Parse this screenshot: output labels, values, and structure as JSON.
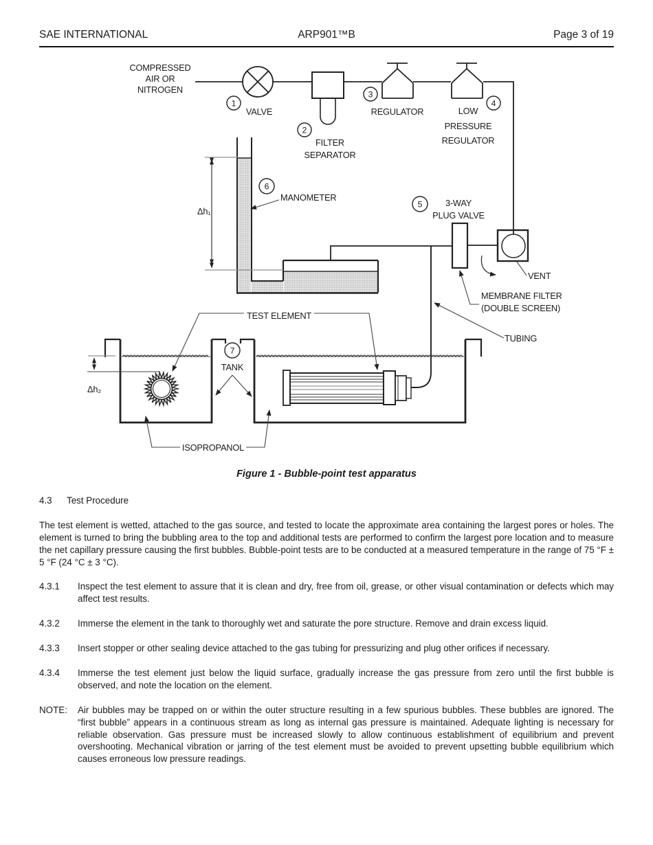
{
  "header": {
    "left": "SAE INTERNATIONAL",
    "center": "ARP901™B",
    "right": "Page 3 of 19"
  },
  "figure": {
    "caption": "Figure 1 - Bubble-point test apparatus",
    "labels": {
      "source_1": "COMPRESSED",
      "source_2": "AIR OR",
      "source_3": "NITROGEN",
      "n1": "1",
      "valve": "VALVE",
      "n2": "2",
      "filter_1": "FILTER",
      "filter_2": "SEPARATOR",
      "n3": "3",
      "regulator": "REGULATOR",
      "n4": "4",
      "lp_1": "LOW",
      "lp_2": "PRESSURE",
      "lp_3": "REGULATOR",
      "n5": "5",
      "plug_1": "3-WAY",
      "plug_2": "PLUG VALVE",
      "n6": "6",
      "manometer": "MANOMETER",
      "dh1": "Δh₁",
      "dh2": "Δh₂",
      "vent": "VENT",
      "membrane_1": "MEMBRANE FILTER",
      "membrane_2": "(DOUBLE SCREEN)",
      "tubing": "TUBING",
      "test_element": "TEST ELEMENT",
      "n7": "7",
      "tank": "TANK",
      "isopropanol": "ISOPROPANOL"
    }
  },
  "sections": {
    "s43_num": "4.3",
    "s43_title": "Test Procedure",
    "p43": "The test element is wetted, attached to the gas source, and tested to locate the approximate area containing the largest pores or holes. The element is turned to bring the bubbling area to the top and additional tests are performed to confirm the largest pore location and to measure the net capillary pressure causing the first bubbles. Bubble-point tests are to be conducted at a measured temperature in the range of 75 °F ± 5 °F (24 °C ± 3 °C).",
    "items": [
      {
        "num": "4.3.1",
        "text": "Inspect the test element to assure that it is clean and dry, free from oil, grease, or other visual contamination or defects which may affect test results."
      },
      {
        "num": "4.3.2",
        "text": "Immerse the element in the tank to thoroughly wet and saturate the pore structure. Remove and drain excess liquid."
      },
      {
        "num": "4.3.3",
        "text": "Insert stopper or other sealing device attached to the gas tubing for pressurizing and plug other orifices if necessary."
      },
      {
        "num": "4.3.4",
        "text": "Immerse the test element just below the liquid surface, gradually increase the gas pressure from zero until the first bubble is observed, and note the location on the element."
      }
    ],
    "note_label": "NOTE:",
    "note_text": "Air bubbles may be trapped on or within the outer structure resulting in a few spurious bubbles. These bubbles are ignored. The “first bubble” appears in a continuous stream as long as internal gas pressure is maintained. Adequate lighting is necessary for reliable observation. Gas pressure must be increased slowly to allow continuous establishment of equilibrium and prevent overshooting. Mechanical vibration or jarring of the test element must be avoided to prevent upsetting bubble equilibrium which causes erroneous low pressure readings."
  }
}
